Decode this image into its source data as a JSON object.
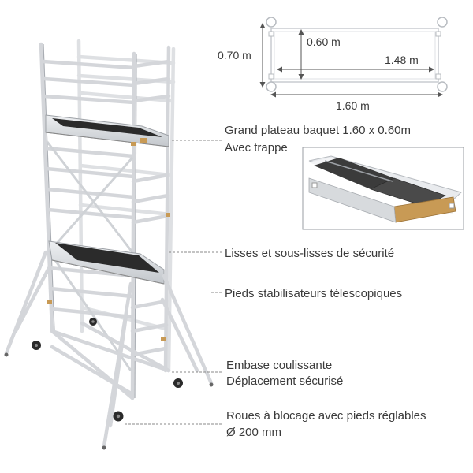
{
  "dimensions": {
    "width_outer": "0.70 m",
    "width_inner": "0.60 m",
    "length_inner": "1.48 m",
    "length_outer": "1.60 m"
  },
  "callouts": {
    "platform_line1": "Grand plateau baquet 1.60 x 0.60m",
    "platform_line2": "Avec trappe",
    "guardrails": "Lisses et sous-lisses de sécurité",
    "stabilizers": "Pieds stabilisateurs télescopiques",
    "base_line1": "Embase coulissante",
    "base_line2": "Déplacement sécurisé",
    "wheels_line1": "Roues à blocage avec pieds réglables",
    "wheels_line2": "Ø 200 mm"
  },
  "colors": {
    "aluminium": "#d4d6da",
    "platform_deck": "#2b2b2b",
    "hatch_wood": "#c89a55",
    "text": "#3a3a3a"
  }
}
